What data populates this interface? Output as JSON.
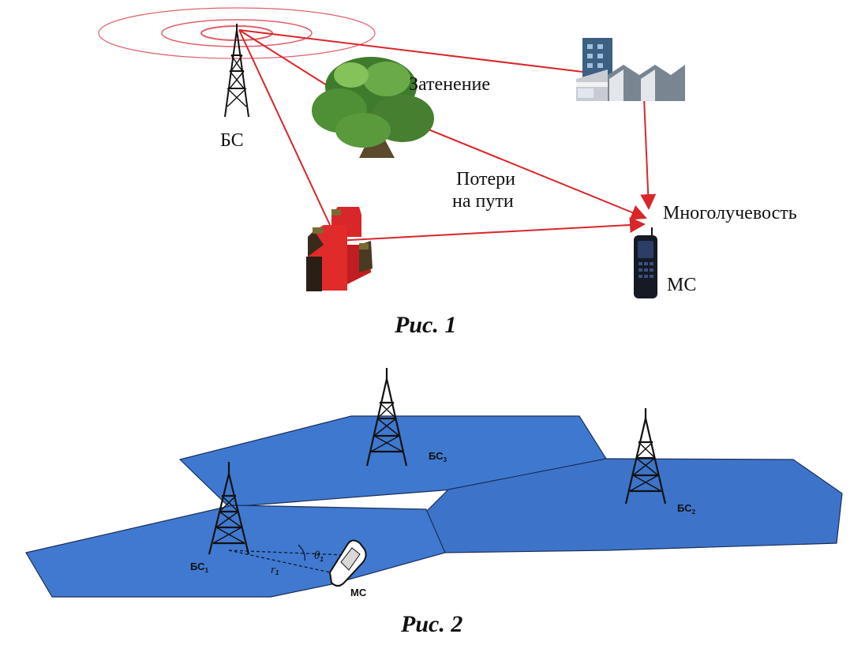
{
  "fig1": {
    "caption": "Рис. 1",
    "bs_label": "БС",
    "shadowing_label": "Затенение",
    "path_loss_line1": "Потери",
    "path_loss_line2": "на пути",
    "multipath_label": "Многолучевость",
    "ms_label": "МС",
    "ray_color": "#d8262a",
    "ring_color": "#e0606a"
  },
  "fig2": {
    "caption": "Рис. 2",
    "bs1": {
      "text": "БС",
      "sub": "1"
    },
    "bs2": {
      "text": "БС",
      "sub": "2"
    },
    "bs3": {
      "text": "БС",
      "sub": "3"
    },
    "ms_label": "МС",
    "r_label": "r",
    "r_sub": "1",
    "theta_label": "θ",
    "theta_sub": "1",
    "cell_color": "#3f78cf"
  }
}
